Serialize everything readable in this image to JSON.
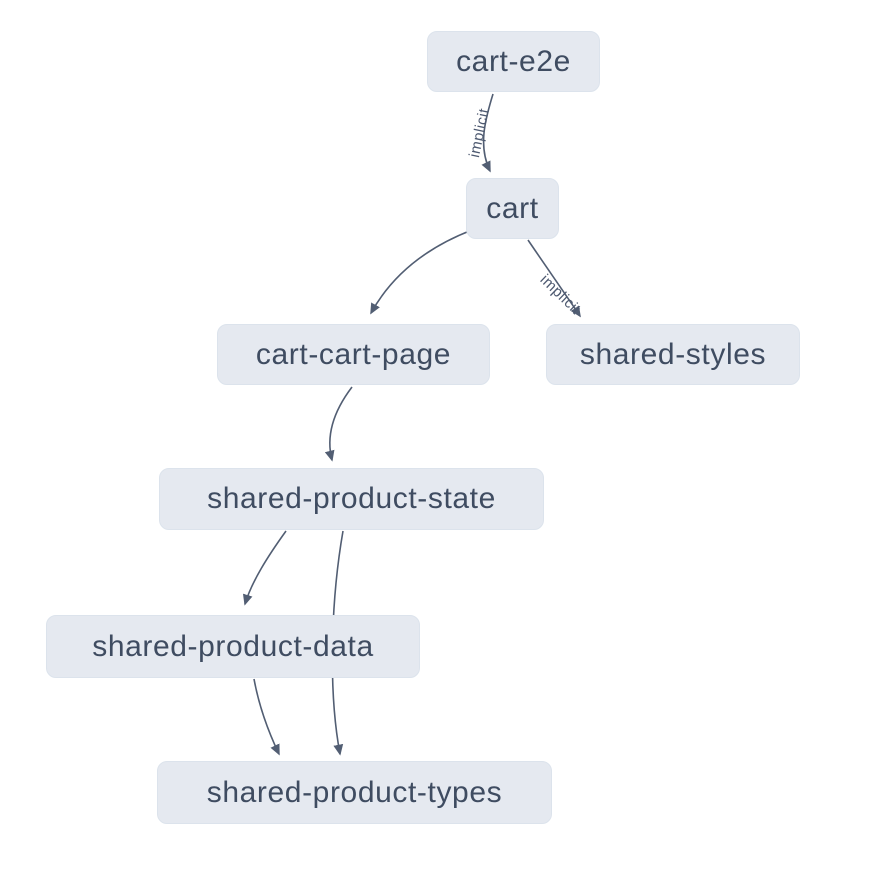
{
  "diagram": {
    "type": "dependency-graph",
    "nodes": [
      {
        "id": "cart-e2e",
        "label": "cart-e2e"
      },
      {
        "id": "cart",
        "label": "cart"
      },
      {
        "id": "cart-cart-page",
        "label": "cart-cart-page"
      },
      {
        "id": "shared-styles",
        "label": "shared-styles"
      },
      {
        "id": "shared-product-state",
        "label": "shared-product-state"
      },
      {
        "id": "shared-product-data",
        "label": "shared-product-data"
      },
      {
        "id": "shared-product-types",
        "label": "shared-product-types"
      }
    ],
    "edges": [
      {
        "from": "cart-e2e",
        "to": "cart",
        "label": "implicit"
      },
      {
        "from": "cart",
        "to": "cart-cart-page",
        "label": ""
      },
      {
        "from": "cart",
        "to": "shared-styles",
        "label": "implicit"
      },
      {
        "from": "cart-cart-page",
        "to": "shared-product-state",
        "label": ""
      },
      {
        "from": "shared-product-state",
        "to": "shared-product-data",
        "label": ""
      },
      {
        "from": "shared-product-state",
        "to": "shared-product-types",
        "label": ""
      },
      {
        "from": "shared-product-data",
        "to": "shared-product-types",
        "label": ""
      }
    ],
    "colors": {
      "background": "#ffffff",
      "node_fill": "#e5e9f0",
      "node_border": "#dce3ec",
      "node_text": "#3f4c61",
      "edge": "#525e73",
      "edge_label": "#4d5970"
    }
  }
}
